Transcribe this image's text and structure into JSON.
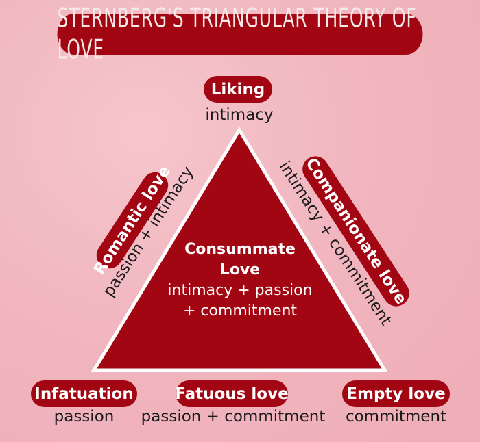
{
  "title": "STERNBERG'S TRIANGULAR THEORY OF LOVE",
  "colors": {
    "accent": "#a20612",
    "background": "#f1b6bf",
    "text": "#1a1a1a",
    "pill_text": "#ffffff",
    "triangle_border": "#ffffff"
  },
  "apex": {
    "label": "Liking",
    "components": "intimacy"
  },
  "left_side": {
    "label": "Romantic love",
    "components": "passion + intimacy"
  },
  "right_side": {
    "label": "Companionate love",
    "components": "intimacy + commitment"
  },
  "center": {
    "label_line1": "Consummate",
    "label_line2": "Love",
    "components_line1": "intimacy + passion",
    "components_line2": "+ commitment"
  },
  "bottom": [
    {
      "label": "Infatuation",
      "components": "passion"
    },
    {
      "label": "Fatuous love",
      "components": "passion + commitment"
    },
    {
      "label": "Empty love",
      "components": "commitment"
    }
  ]
}
